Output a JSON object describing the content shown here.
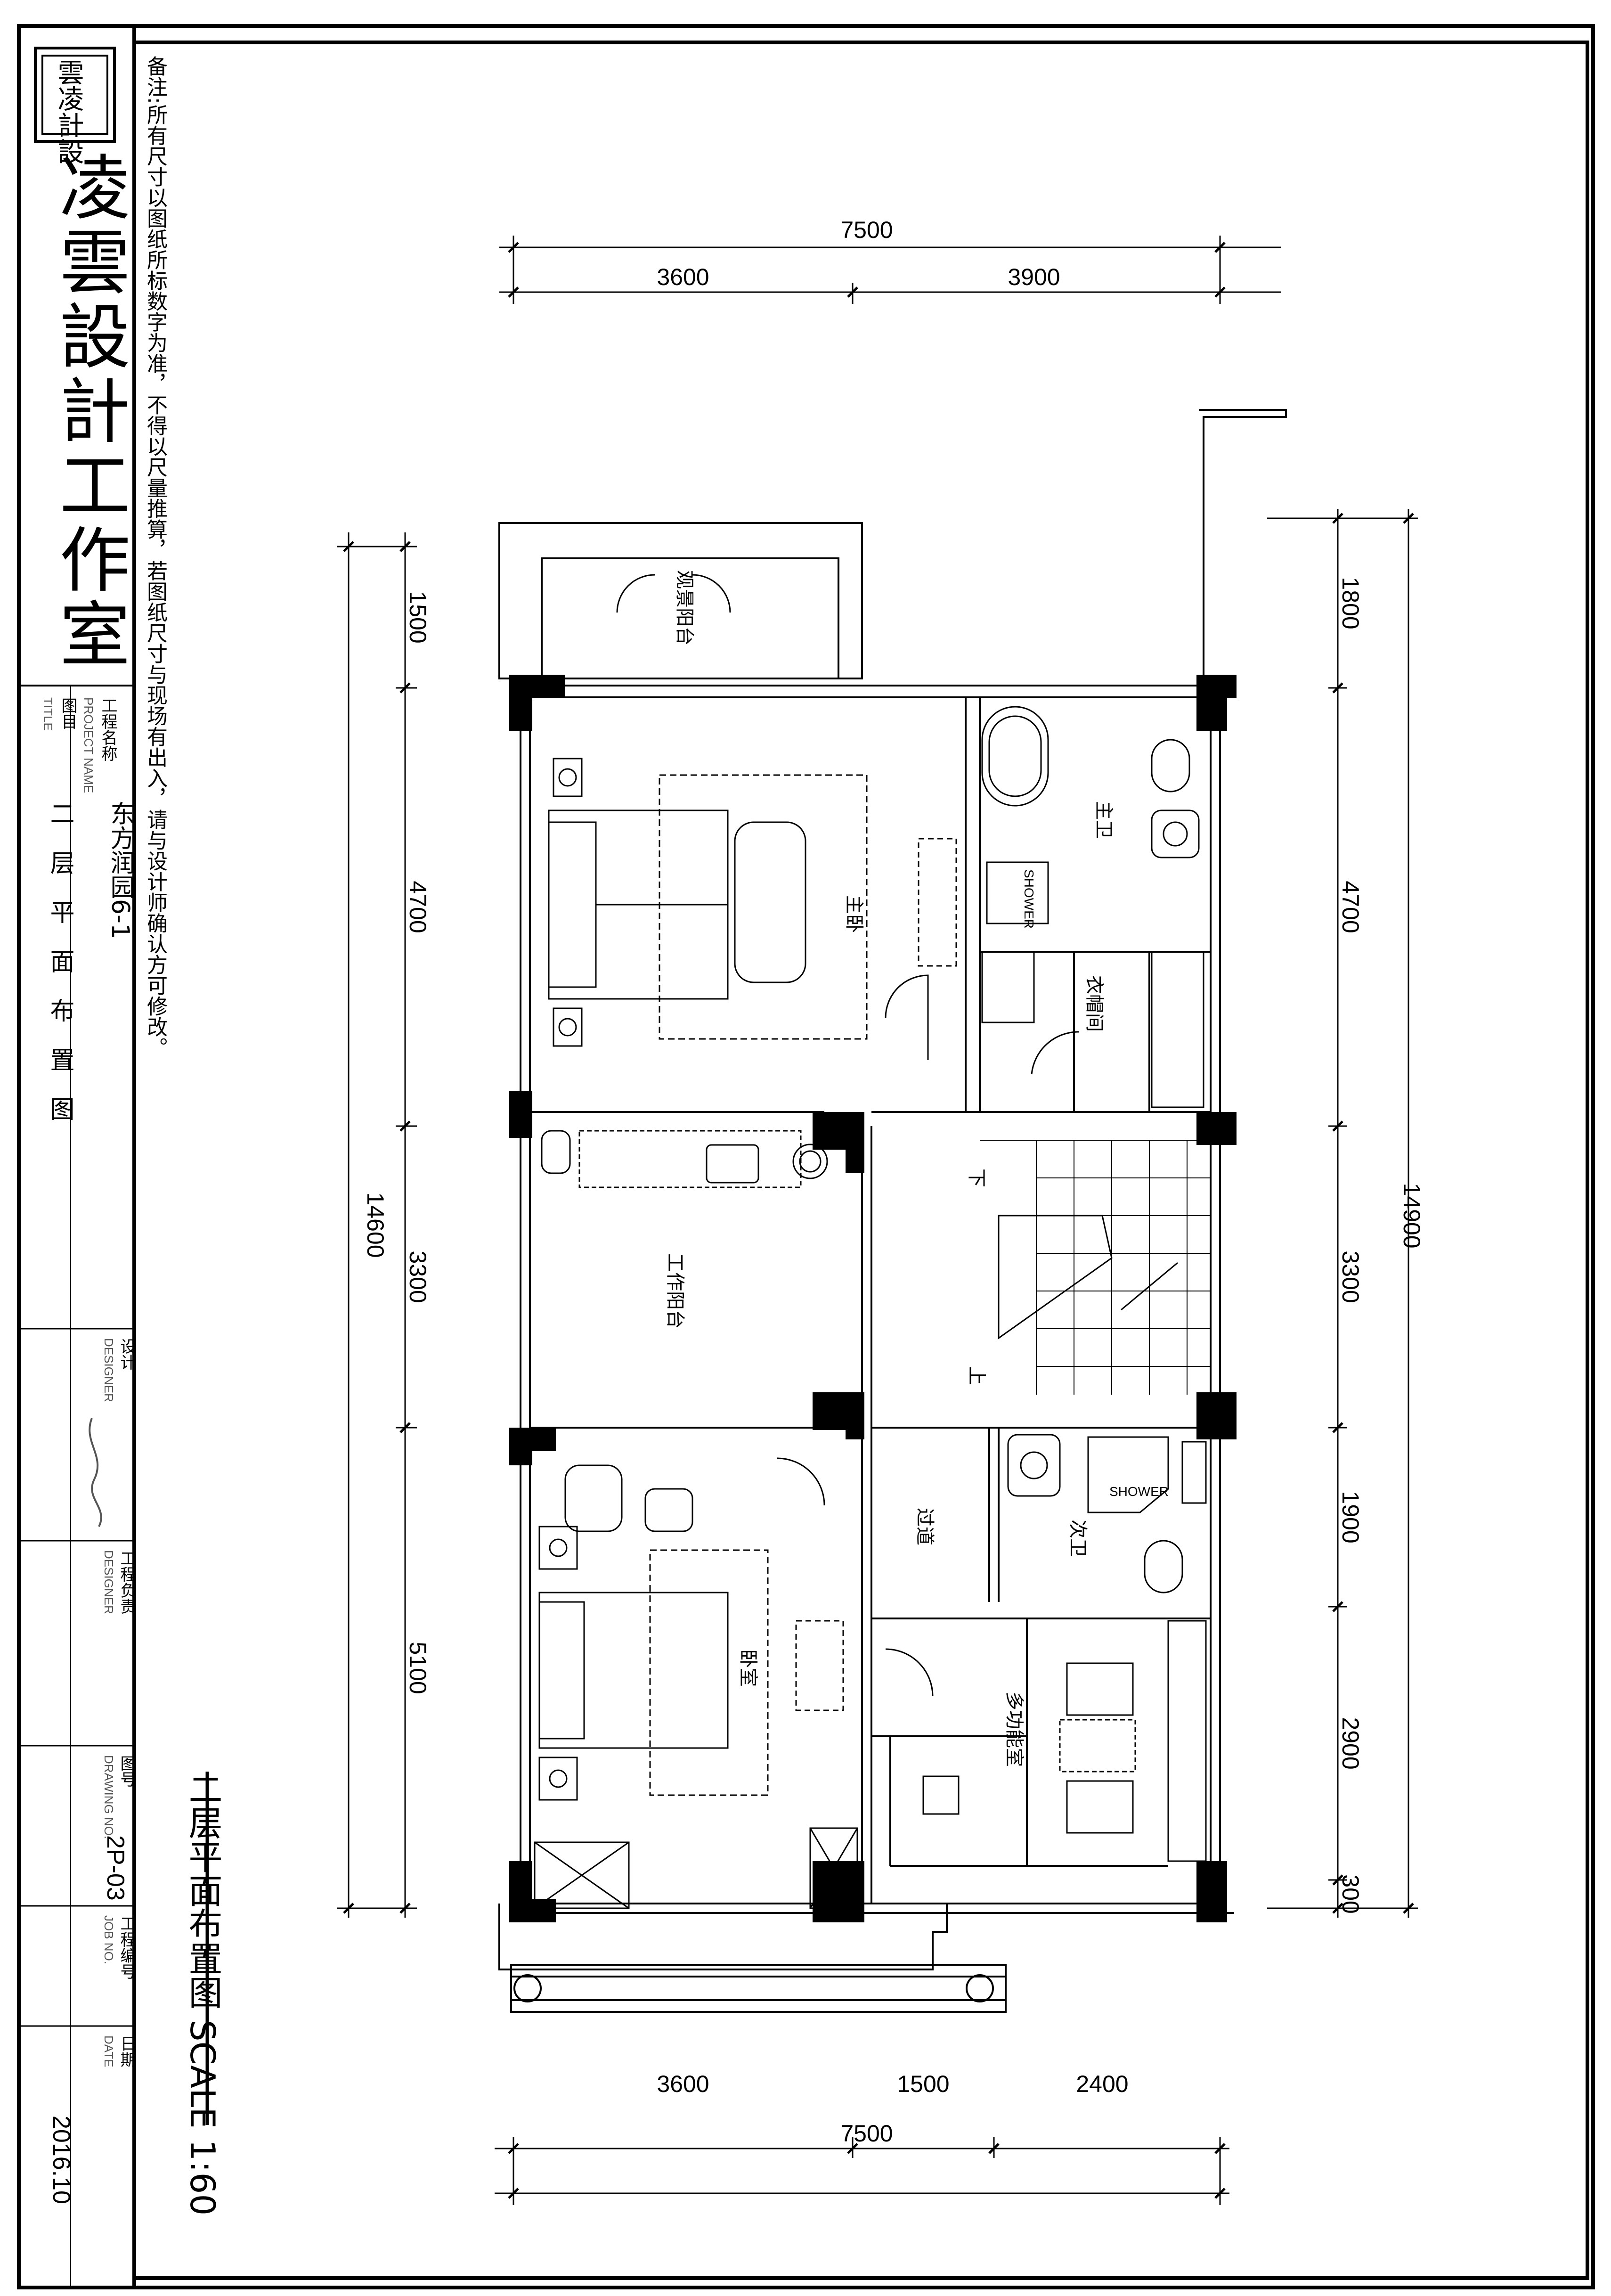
{
  "firm": {
    "name": "凌雲設計工作室",
    "seal_text": "雲凌計設"
  },
  "note": "备注:所有尺寸以图纸所标数字为准，不得以尺量推算，若图纸尺寸与现场有出入，请与设计师确认方可修改。",
  "title_block": {
    "project_label_cn": "工程名称",
    "project_label_en": "PROJECT NAME",
    "project_name": "东方润园6-1",
    "title_label_cn": "图目",
    "title_label_en": "TITLE",
    "title_value": "二 层 平 面 布 置 图",
    "designer_label_cn": "设计",
    "designer_label_en": "DESIGNER",
    "supervisor_label_cn": "工程负责",
    "supervisor_label_en": "DESIGNER",
    "drawing_label_cn": "图号",
    "drawing_label_en": "DRAWING NO.",
    "drawing_no": "2P-03",
    "job_label_cn": "工程编号",
    "job_label_en": "JOB NO.",
    "date_label_cn": "日期",
    "date_label_en": "DATE",
    "date": "2016.10"
  },
  "plan_title": "二层平面布置图 SCALE 1:60",
  "dimensions": {
    "top_total": "7500",
    "top_left": "3600",
    "top_right": "3900",
    "bottom_left": "3600",
    "bottom_mid": "1500",
    "bottom_right": "2400",
    "bottom_total": "7500",
    "left_total": "14600",
    "left_1": "1500",
    "left_2": "4700",
    "left_3": "3300",
    "left_4": "5100",
    "right_total": "14900",
    "right_1": "1800",
    "right_2": "4700",
    "right_3": "3300",
    "right_4": "1900",
    "right_5": "2900",
    "right_6": "300"
  },
  "rooms": {
    "balcony": "观景阳台",
    "master_bedroom": "主卧",
    "master_bath": "主卫",
    "closet": "衣帽间",
    "work_balcony": "工作阳台",
    "bedroom": "卧室",
    "corridor": "过道",
    "bathroom": "次卫",
    "multi_room": "多功能室",
    "shower": "SHOWER",
    "stair_up": "上",
    "stair_down": "下"
  }
}
